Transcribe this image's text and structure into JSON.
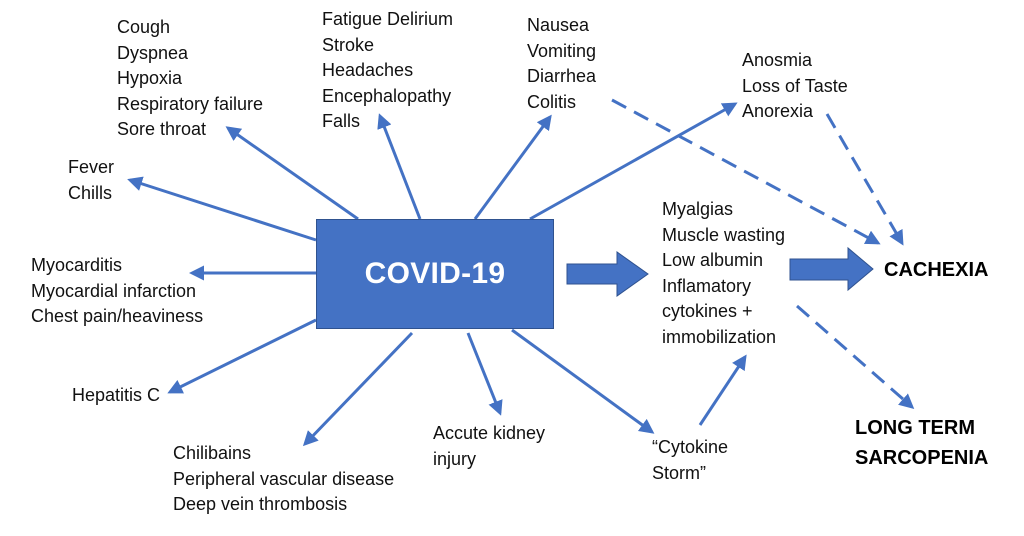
{
  "colors": {
    "accent": "#4472c4",
    "arrow": "#4472c4",
    "text": "#111111"
  },
  "center": {
    "title": "COVID-19"
  },
  "symptom_groups": [
    {
      "id": "respiratory",
      "lines": [
        "Cough",
        "Dyspnea",
        "Hypoxia",
        "Respiratory failure",
        "Sore throat"
      ]
    },
    {
      "id": "neurological",
      "lines": [
        "Fatigue Delirium",
        "Stroke",
        "Headaches",
        "Encephalopathy",
        "Falls"
      ]
    },
    {
      "id": "gastrointestinal",
      "lines": [
        "Nausea",
        "Vomiting",
        "Diarrhea",
        "Colitis"
      ]
    },
    {
      "id": "sensory",
      "lines": [
        "Anosmia",
        "Loss of Taste",
        "Anorexia"
      ]
    },
    {
      "id": "fever",
      "lines": [
        "Fever",
        "Chills"
      ]
    },
    {
      "id": "cardiac",
      "lines": [
        "Myocarditis",
        "Myocardial infarction",
        "Chest pain/heaviness"
      ]
    },
    {
      "id": "hepatic",
      "lines": [
        "Hepatitis C"
      ]
    },
    {
      "id": "vascular",
      "lines": [
        "Chilibains",
        "Peripheral vascular disease",
        "Deep vein thrombosis"
      ]
    },
    {
      "id": "renal",
      "lines": [
        "Accute kidney",
        "injury"
      ]
    },
    {
      "id": "cytokine",
      "lines": [
        "“Cytokine",
        "Storm”"
      ]
    },
    {
      "id": "muscle",
      "lines": [
        "Myalgias",
        "Muscle wasting",
        "Low albumin",
        "Inflamatory",
        "cytokines +",
        "immobilization"
      ]
    }
  ],
  "outcomes": {
    "cachexia": {
      "lines": [
        "CACHEXIA"
      ]
    },
    "sarcopenia": {
      "lines": [
        "LONG TERM",
        "SARCOPENIA"
      ]
    }
  }
}
